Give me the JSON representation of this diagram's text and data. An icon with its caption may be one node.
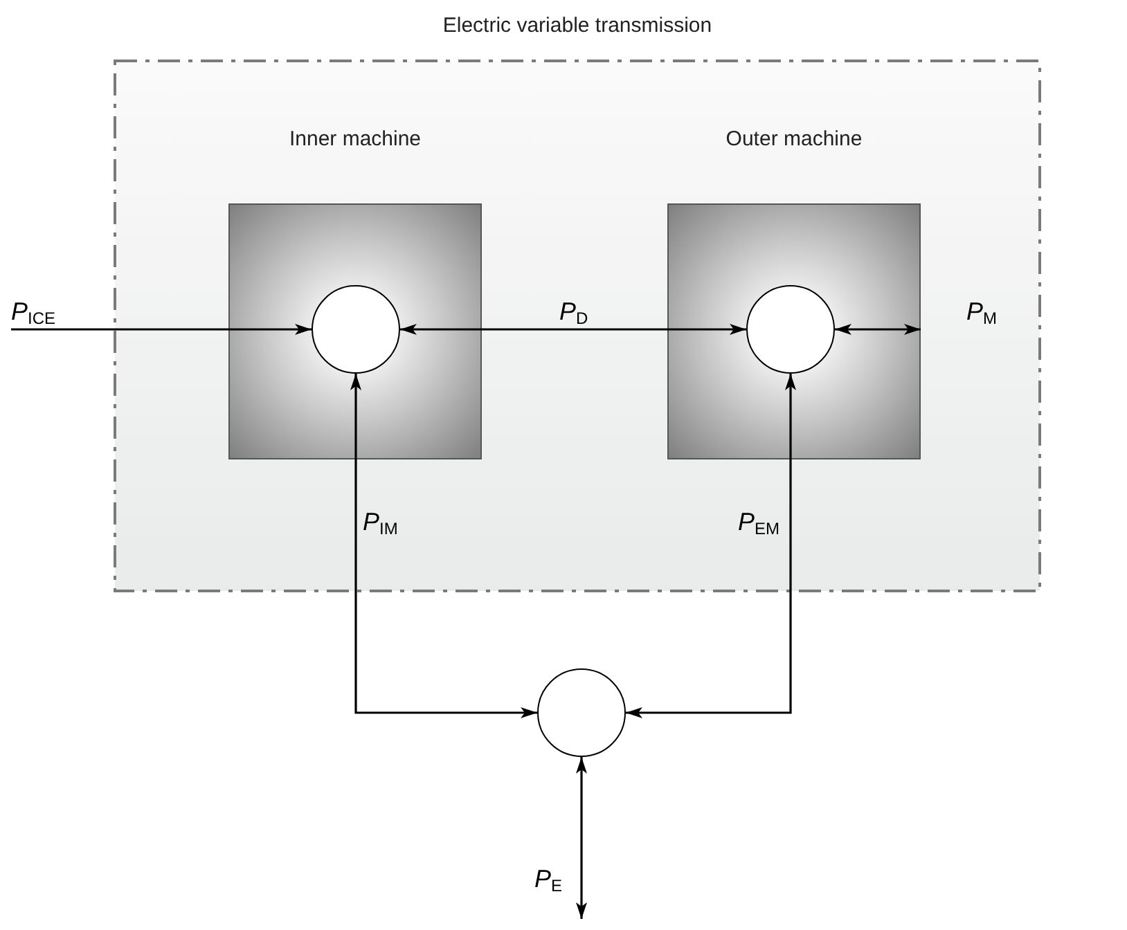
{
  "diagram": {
    "nodes": [
      {
        "text": [
          "Electric variable transmission"
        ]
      },
      {
        "text": [
          "Inner machine"
        ],
        "in": 0
      },
      {
        "text": [
          "Outer machine"
        ],
        "in": 0
      },
      {
        "text": [],
        "shape": "circle",
        "in": 1
      },
      {
        "text": [],
        "shape": "circle",
        "in": 2
      },
      {
        "text": [],
        "shape": "circle"
      }
    ],
    "edges": [
      {
        "from": null,
        "to": 3,
        "arrow": "to",
        "label": "*P*$_{ICE}$"
      },
      {
        "from": 3,
        "to": 4,
        "arrow": "both",
        "label": "*P*$_{D}$"
      },
      {
        "from": 4,
        "to": null,
        "arrow": "both",
        "label": "*P*$_{M}$"
      },
      {
        "from": 3,
        "to": 5,
        "arrow": "both",
        "label": "*P*$_{IM}$"
      },
      {
        "from": 4,
        "to": 5,
        "arrow": "both",
        "label": "*P*$_{EM}$"
      },
      {
        "from": 5,
        "to": null,
        "arrow": "both",
        "label": "*P*$_{E}$"
      }
    ]
  }
}
